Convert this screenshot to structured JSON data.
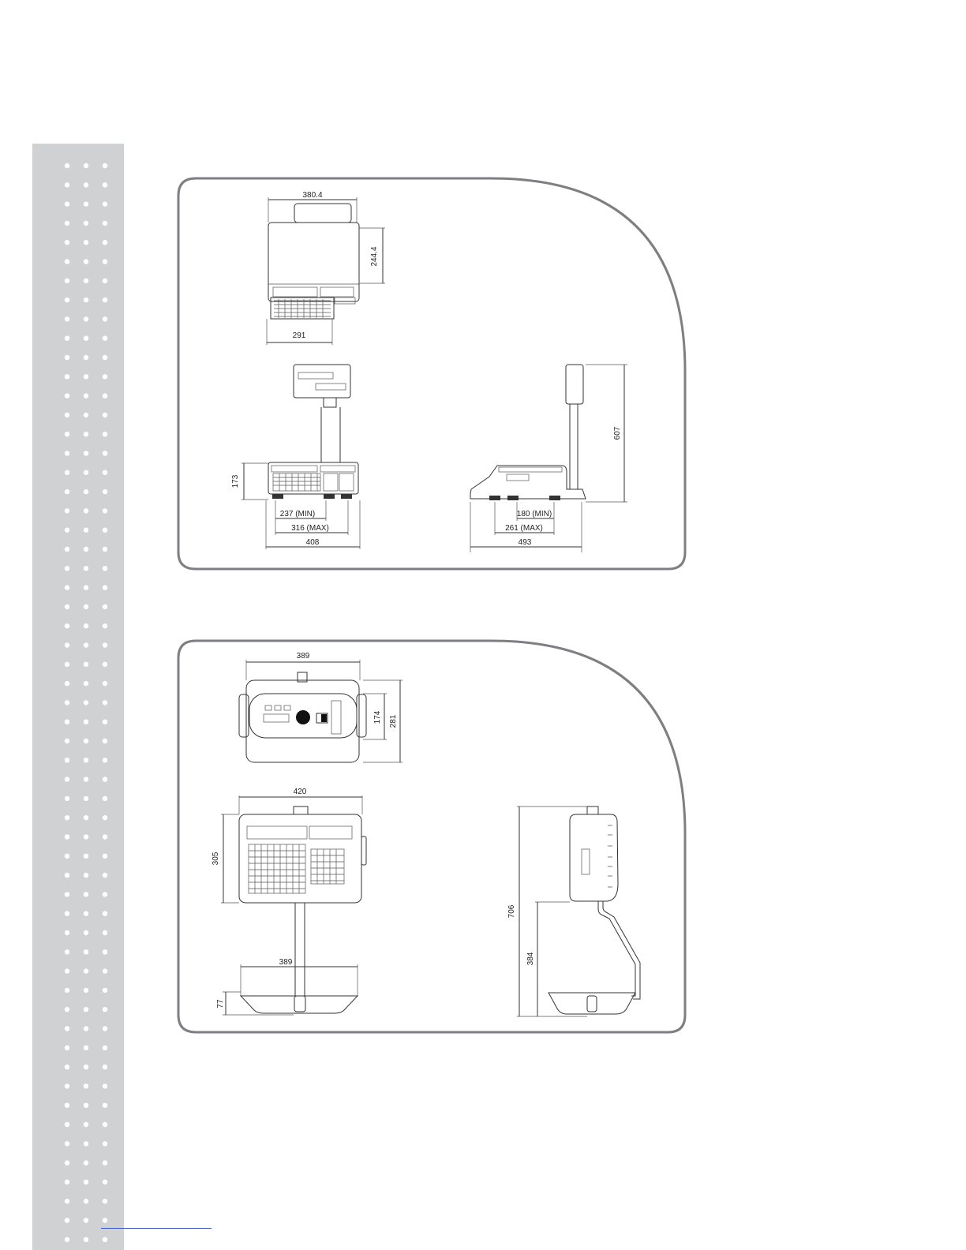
{
  "dimensions": {
    "top_view_width": "380.4",
    "top_view_depth": "244.4",
    "top_view_keypad_width": "291",
    "pole_height": "173",
    "front_min": "237 (MIN)",
    "front_max": "316 (MAX)",
    "front_width": "408",
    "side_height": "607",
    "side_min": "180 (MIN)",
    "side_max": "261 (MAX)",
    "side_width": "493",
    "hanging_top_width": "389",
    "hanging_top_inner": "174",
    "hanging_top_depth": "281",
    "hanging_front_width": "420",
    "hanging_front_height": "305",
    "tray_width": "389",
    "tray_height": "77",
    "hanging_total_height": "706",
    "hanging_tray_height": "384"
  },
  "colors": {
    "sidebar": "#d0d1d3",
    "panel_border": "#7e7f82",
    "footer_link": "#3a55c8"
  }
}
